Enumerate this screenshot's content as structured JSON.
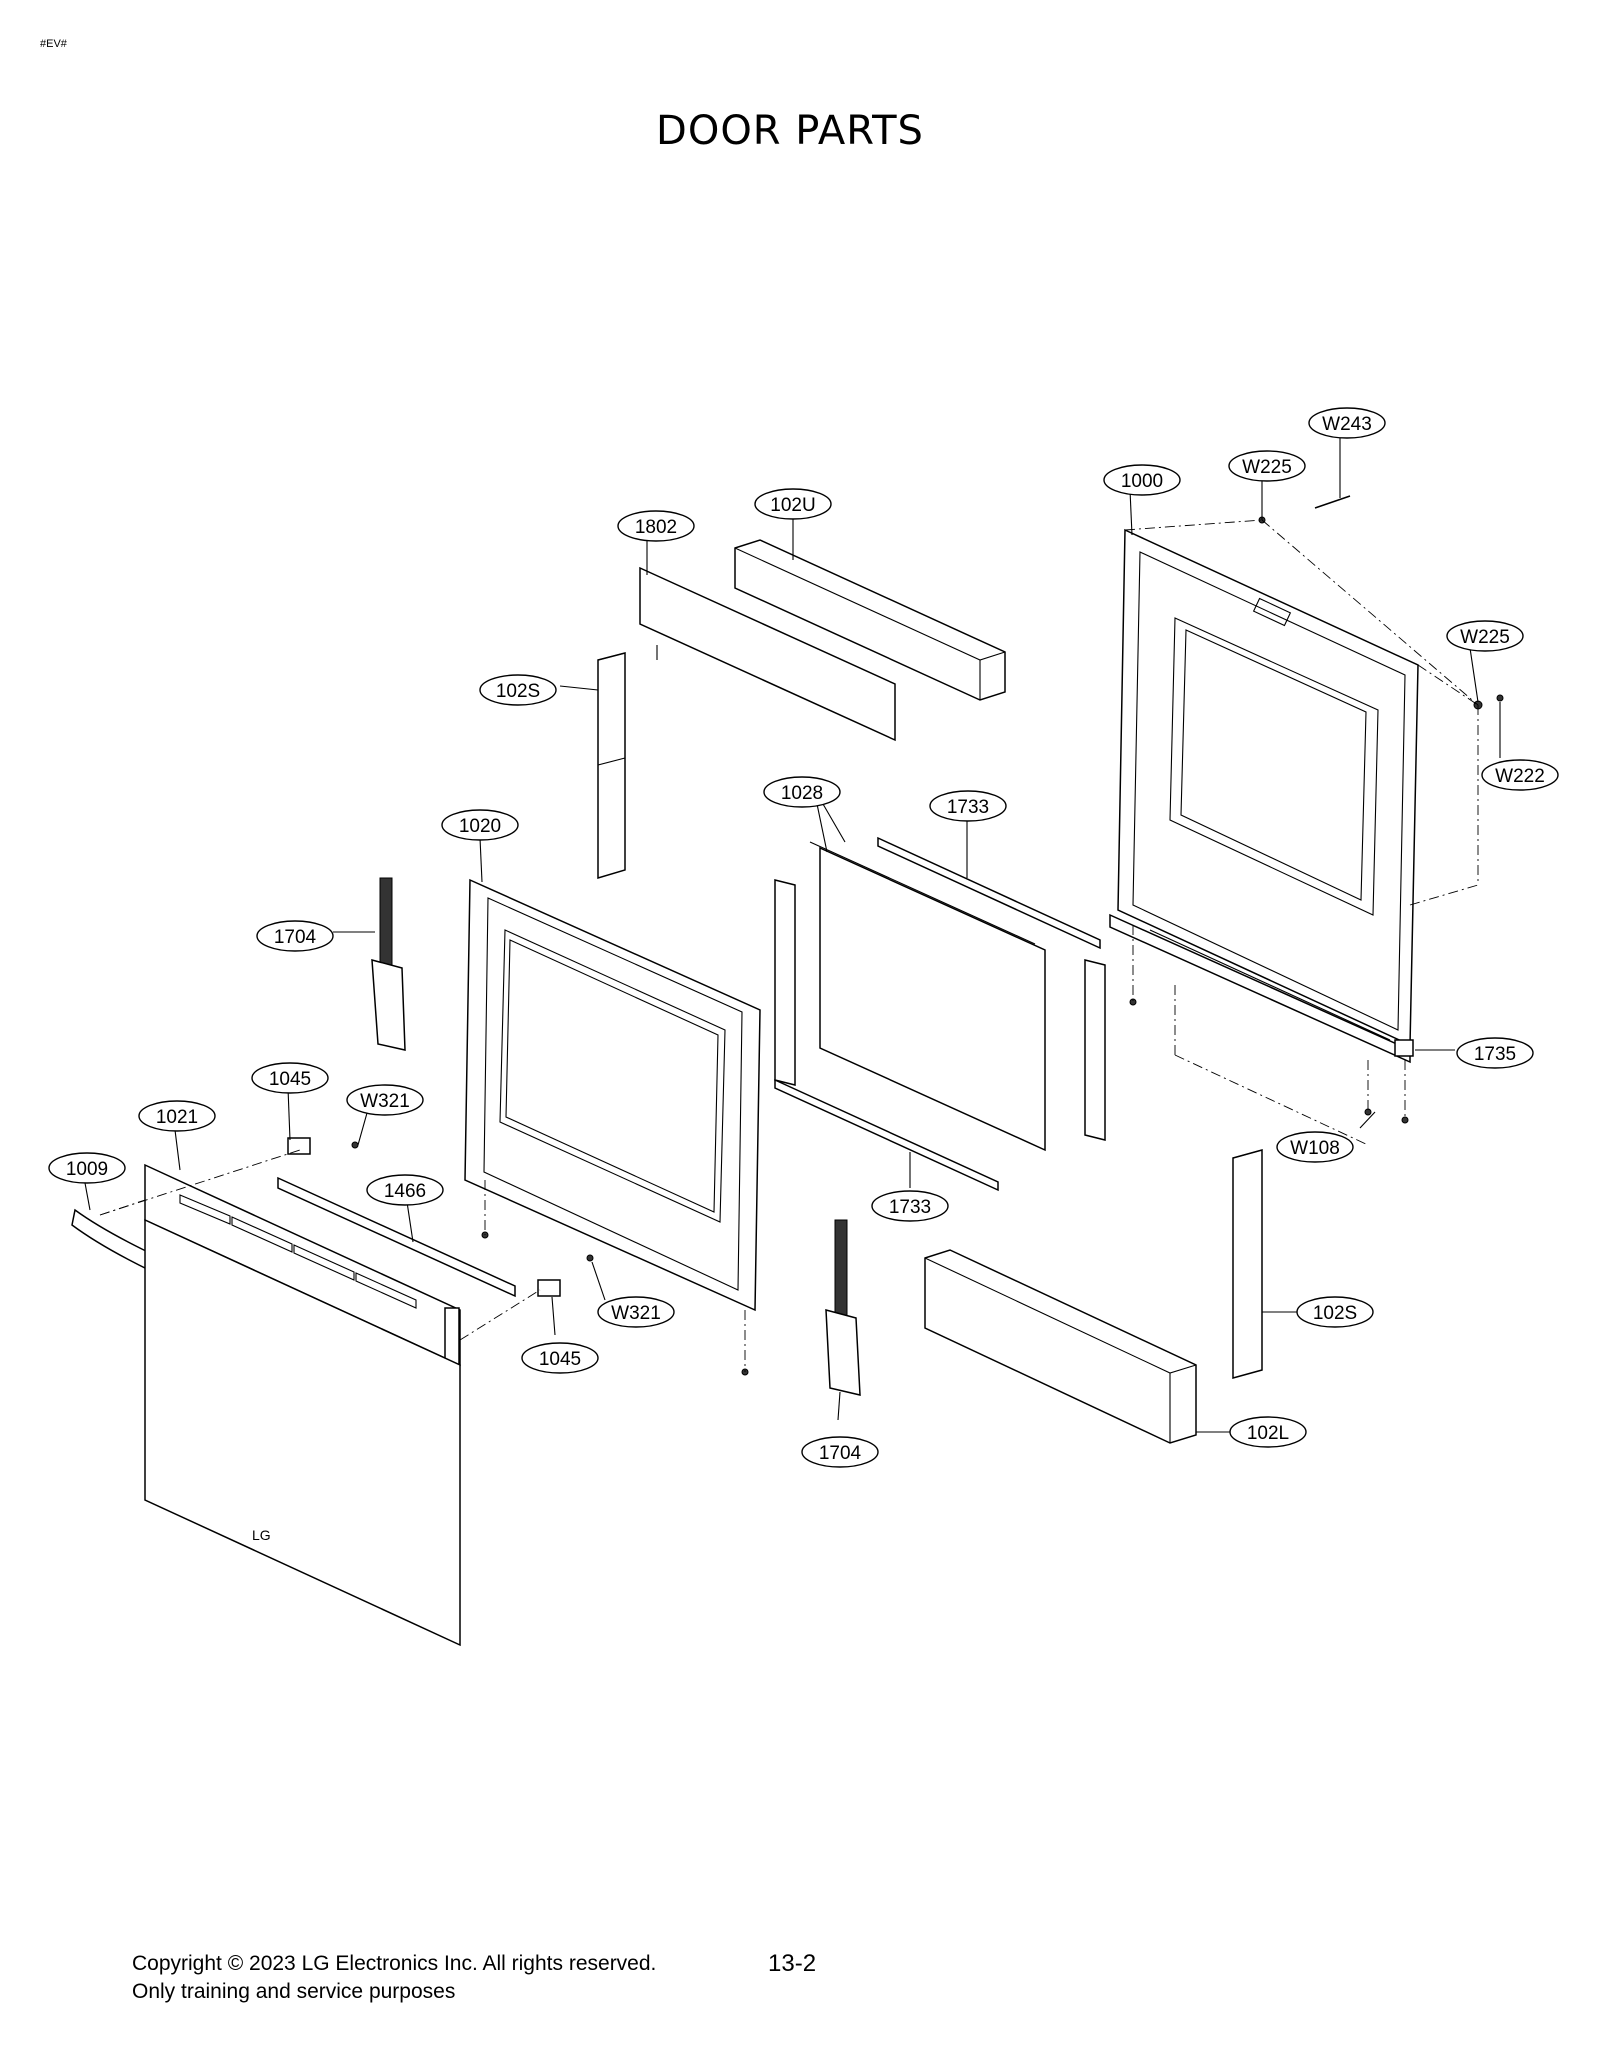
{
  "page": {
    "tag": "#EV#",
    "title": "DOOR PARTS",
    "page_number": "13-2",
    "copyright_line1": "Copyright © 2023 LG Electronics Inc. All rights reserved.",
    "copyright_line2": "Only training and service purposes"
  },
  "callouts": [
    {
      "id": "W243"
    },
    {
      "id": "W225"
    },
    {
      "id": "1000"
    },
    {
      "id": "102U"
    },
    {
      "id": "1802"
    },
    {
      "id": "W225"
    },
    {
      "id": "W222"
    },
    {
      "id": "102S"
    },
    {
      "id": "1028"
    },
    {
      "id": "1733"
    },
    {
      "id": "1020"
    },
    {
      "id": "1704"
    },
    {
      "id": "1735"
    },
    {
      "id": "1045"
    },
    {
      "id": "W321"
    },
    {
      "id": "1021"
    },
    {
      "id": "W108"
    },
    {
      "id": "1009"
    },
    {
      "id": "1466"
    },
    {
      "id": "1733"
    },
    {
      "id": "102S"
    },
    {
      "id": "W321"
    },
    {
      "id": "1045"
    },
    {
      "id": "102L"
    },
    {
      "id": "1704"
    }
  ],
  "logo_text": "LG"
}
